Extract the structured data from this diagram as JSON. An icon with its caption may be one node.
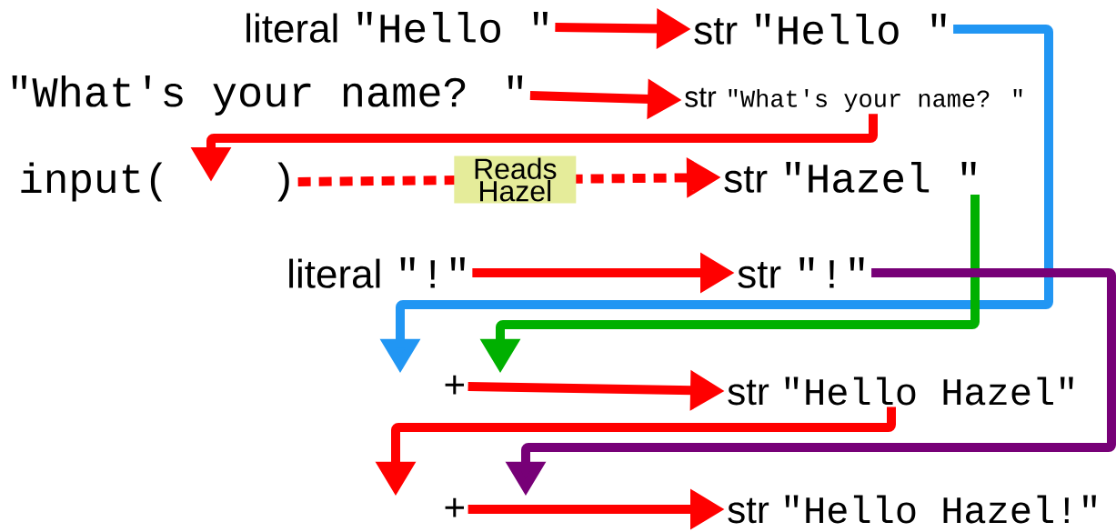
{
  "diagram": {
    "nodes": [
      {
        "text": [
          "literal",
          "\"Hello \""
        ]
      },
      {
        "text": [
          "str",
          "\"Hello \""
        ]
      },
      {
        "text": [
          "\"What's your name? \""
        ]
      },
      {
        "text": [
          "str",
          "\"What's your name? \""
        ]
      },
      {
        "text": [
          "input(",
          ")"
        ]
      },
      {
        "text": [
          "str",
          "\"Hazel \""
        ]
      },
      {
        "text": [
          "literal",
          "\"!\""
        ]
      },
      {
        "text": [
          "str",
          "\"!\""
        ]
      },
      {
        "text": [
          "+"
        ]
      },
      {
        "text": [
          "str",
          "\"Hello Hazel\""
        ]
      },
      {
        "text": [
          "+"
        ]
      },
      {
        "text": [
          "str",
          "\"Hello Hazel!\""
        ]
      }
    ],
    "edges": [
      {
        "from": 0,
        "to": 1,
        "arrow": "to"
      },
      {
        "from": 2,
        "to": 3,
        "arrow": "to"
      },
      {
        "from": 3,
        "to": 4,
        "arrow": "to"
      },
      {
        "from": 4,
        "to": 5,
        "arrow": "to",
        "style": "dashed",
        "label": "Reads Hazel"
      },
      {
        "from": 1,
        "to": 8,
        "arrow": "to",
        "color": "#2196f3"
      },
      {
        "from": 5,
        "to": 8,
        "arrow": "to",
        "color": "#00b000"
      },
      {
        "from": 6,
        "to": 7,
        "arrow": "to"
      },
      {
        "from": 7,
        "to": 10,
        "arrow": "to",
        "color": "#770077"
      },
      {
        "from": 8,
        "to": 9,
        "arrow": "to"
      },
      {
        "from": 9,
        "to": 10,
        "arrow": "to"
      },
      {
        "from": 10,
        "to": 11,
        "arrow": "to"
      }
    ]
  }
}
